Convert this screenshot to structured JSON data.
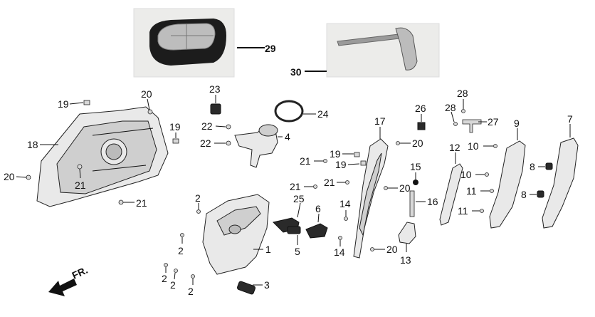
{
  "fr_label": "FR.",
  "callouts": [
    {
      "id": "c29",
      "text": "29"
    },
    {
      "id": "c30",
      "text": "30"
    },
    {
      "id": "c23",
      "text": "23"
    },
    {
      "id": "c24",
      "text": "24"
    },
    {
      "id": "c4",
      "text": "4"
    },
    {
      "id": "c22a",
      "text": "22"
    },
    {
      "id": "c22b",
      "text": "22"
    },
    {
      "id": "c19a",
      "text": "19"
    },
    {
      "id": "c20a",
      "text": "20"
    },
    {
      "id": "c19b",
      "text": "19"
    },
    {
      "id": "c18",
      "text": "18"
    },
    {
      "id": "c20b",
      "text": "20"
    },
    {
      "id": "c21a",
      "text": "21"
    },
    {
      "id": "c21b",
      "text": "21"
    },
    {
      "id": "c2a",
      "text": "2"
    },
    {
      "id": "c2b",
      "text": "2"
    },
    {
      "id": "c2c",
      "text": "2"
    },
    {
      "id": "c2d",
      "text": "2"
    },
    {
      "id": "c2e",
      "text": "2"
    },
    {
      "id": "c1",
      "text": "1"
    },
    {
      "id": "c3",
      "text": "3"
    },
    {
      "id": "c25",
      "text": "25"
    },
    {
      "id": "c6",
      "text": "6"
    },
    {
      "id": "c5",
      "text": "5"
    },
    {
      "id": "c14a",
      "text": "14"
    },
    {
      "id": "c14b",
      "text": "14"
    },
    {
      "id": "c21c",
      "text": "21"
    },
    {
      "id": "c19c",
      "text": "19"
    },
    {
      "id": "c19d",
      "text": "19"
    },
    {
      "id": "c21d",
      "text": "21"
    },
    {
      "id": "c21e",
      "text": "21"
    },
    {
      "id": "c17",
      "text": "17"
    },
    {
      "id": "c20c",
      "text": "20"
    },
    {
      "id": "c20d",
      "text": "20"
    },
    {
      "id": "c20e",
      "text": "20"
    },
    {
      "id": "c26",
      "text": "26"
    },
    {
      "id": "c15",
      "text": "15"
    },
    {
      "id": "c16",
      "text": "16"
    },
    {
      "id": "c13",
      "text": "13"
    },
    {
      "id": "c28a",
      "text": "28"
    },
    {
      "id": "c28b",
      "text": "28"
    },
    {
      "id": "c27",
      "text": "27"
    },
    {
      "id": "c12",
      "text": "12"
    },
    {
      "id": "c9",
      "text": "9"
    },
    {
      "id": "c10a",
      "text": "10"
    },
    {
      "id": "c10b",
      "text": "10"
    },
    {
      "id": "c11a",
      "text": "11"
    },
    {
      "id": "c11b",
      "text": "11"
    },
    {
      "id": "c8a",
      "text": "8"
    },
    {
      "id": "c8b",
      "text": "8"
    },
    {
      "id": "c7",
      "text": "7"
    }
  ]
}
